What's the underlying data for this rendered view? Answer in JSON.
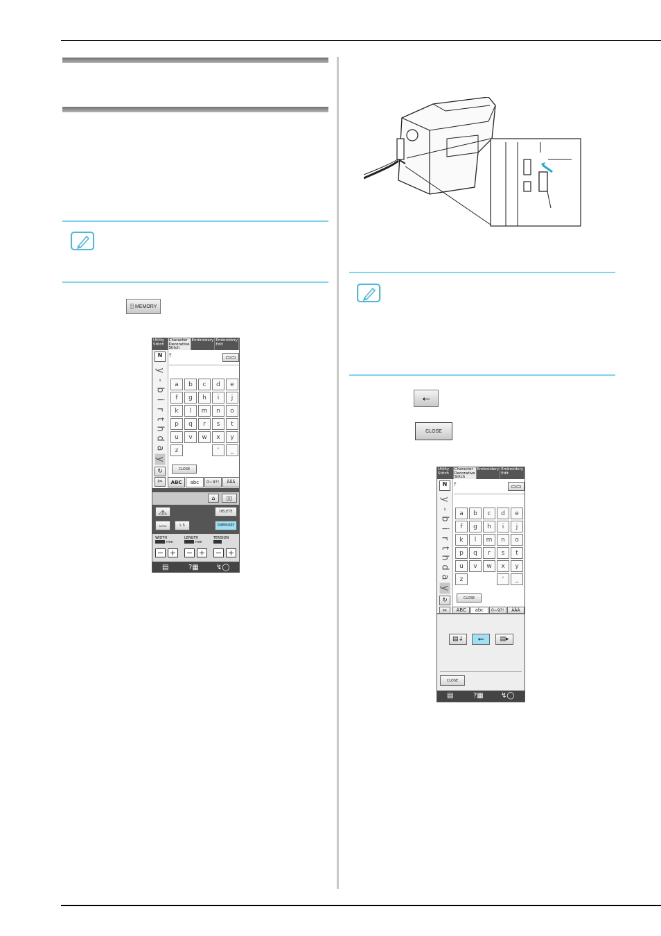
{
  "page": {
    "memory_button_label": "MEMORY",
    "close_button_label": "CLOSE"
  },
  "screen1": {
    "tabs": [
      "Utility Stitch",
      "Character Decorative Stitch",
      "Embroidery",
      "Embroidery Edit"
    ],
    "n_label": "N",
    "vertical_chars": [
      "y",
      "-",
      "b",
      "i",
      "r",
      "t",
      "h",
      "d",
      "a",
      "y"
    ],
    "keys": [
      "a",
      "b",
      "c",
      "d",
      "e",
      "f",
      "g",
      "h",
      "i",
      "j",
      "k",
      "l",
      "m",
      "n",
      "o",
      "p",
      "q",
      "r",
      "s",
      "t",
      "u",
      "v",
      "w",
      "x",
      "y",
      "z",
      "",
      "",
      "'",
      "_"
    ],
    "close_label": "CLOSE",
    "font_tabs": [
      "ABC",
      "abc",
      "0~9?!",
      "ÄÅÄ"
    ],
    "delete_label": "DELETE",
    "memory_label": "MEMORY",
    "width_label": "WIDTH",
    "length_label": "LENGTH",
    "tension_label": "TENSION",
    "mm1": "mm",
    "mm2": "mm",
    "size_label": "L",
    "size_value": "S"
  },
  "screen2": {
    "tabs": [
      "Utility Stitch",
      "Character Decorative Stitch",
      "Embroidery",
      "Embroidery Edit"
    ],
    "n_label": "N",
    "vertical_chars": [
      "y",
      "-",
      "b",
      "i",
      "r",
      "t",
      "h",
      "d",
      "a",
      "y"
    ],
    "keys": [
      "a",
      "b",
      "c",
      "d",
      "e",
      "f",
      "g",
      "h",
      "i",
      "j",
      "k",
      "l",
      "m",
      "n",
      "o",
      "p",
      "q",
      "r",
      "s",
      "t",
      "u",
      "v",
      "w",
      "x",
      "y",
      "z",
      "",
      "",
      "'",
      "_"
    ],
    "close_label": "CLOSE",
    "font_tabs_partial": [
      "ABC",
      "abc",
      "0~9?!",
      "ÄÅÄ"
    ],
    "popup_close_label": "CLOSE"
  }
}
